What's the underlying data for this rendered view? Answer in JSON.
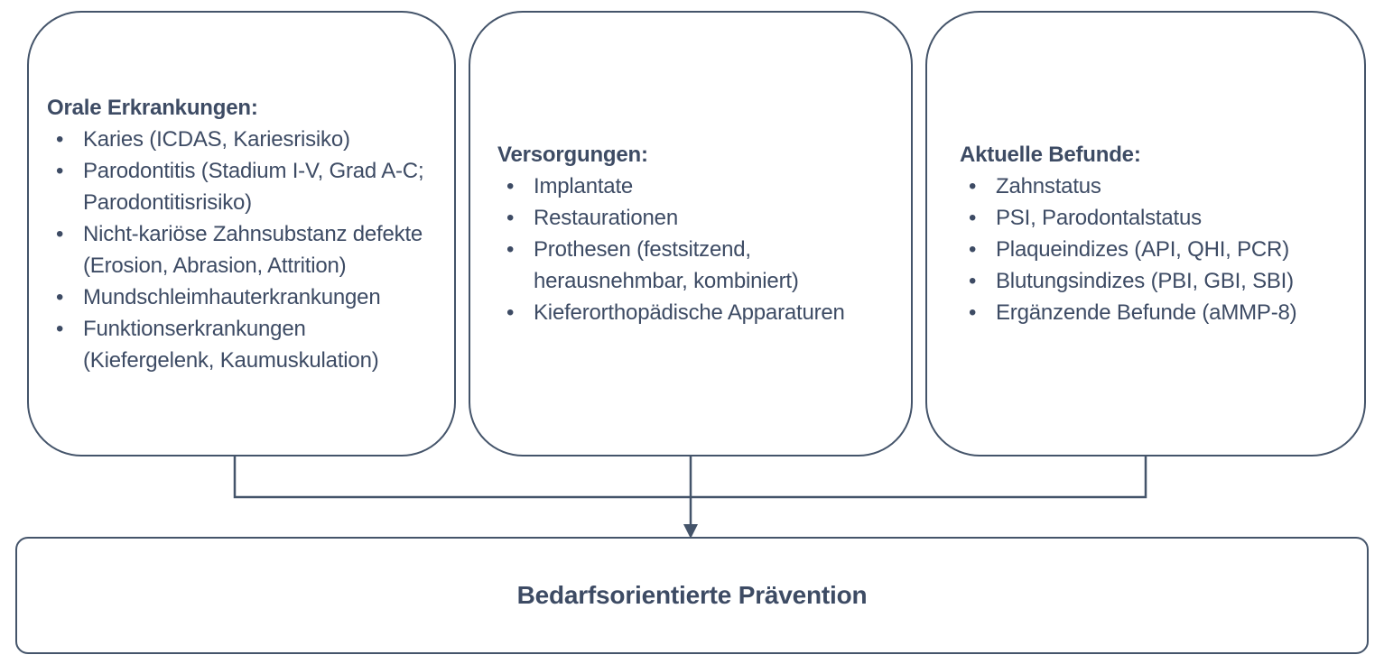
{
  "diagram": {
    "boxes": [
      {
        "heading": "Orale Erkrankungen:",
        "items": [
          "Karies (ICDAS, Kariesrisiko)",
          "Parodontitis (Stadium I-V, Grad A-C; Parodontitisrisiko)",
          "Nicht-kariöse Zahnsubstanz defekte (Erosion, Abrasion, Attrition)",
          "Mundschleimhauterkrankungen",
          "Funktionserkrankungen (Kiefergelenk, Kaumuskulation)"
        ]
      },
      {
        "heading": "Versorgungen:",
        "items": [
          "Implantate",
          "Restaurationen",
          "Prothesen (festsitzend, herausnehmbar, kombiniert)",
          "Kieferorthopädische Apparaturen"
        ]
      },
      {
        "heading": "Aktuelle Befunde:",
        "items": [
          "Zahnstatus",
          "PSI, Parodontalstatus",
          "Plaqueindizes (API, QHI, PCR)",
          "Blutungsindizes (PBI, GBI, SBI)",
          "Ergänzende Befunde (aMMP-8)"
        ]
      }
    ],
    "result_box": {
      "label": "Bedarfsorientierte Prävention"
    },
    "colors": {
      "line": "#44546a",
      "text": "#3d4b64",
      "background": "#ffffff"
    }
  }
}
